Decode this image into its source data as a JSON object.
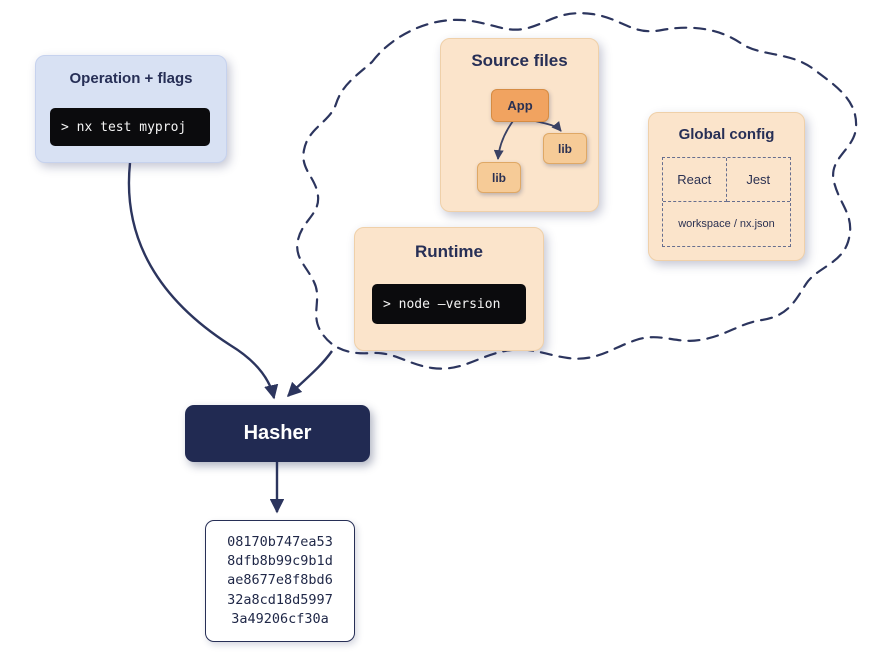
{
  "operation": {
    "title": "Operation + flags",
    "command": "> nx test myproj"
  },
  "source_files": {
    "title": "Source files",
    "app_label": "App",
    "lib_right_label": "lib",
    "lib_left_label": "lib"
  },
  "global_config": {
    "title": "Global config",
    "cell_react": "React",
    "cell_jest": "Jest",
    "cell_workspace": "workspace / nx.json"
  },
  "runtime": {
    "title": "Runtime",
    "command": "> node –version"
  },
  "hasher": {
    "label": "Hasher"
  },
  "hash_output": {
    "lines": [
      "08170b747ea53",
      "8dfb8b99c9b1d",
      "ae8677e8f8bd6",
      "32a8cd18d5997",
      "3a49206cf30a"
    ]
  },
  "colors": {
    "navy": "#272f56",
    "hasher_bg": "#212a52",
    "lavender_card": "#d8e1f3",
    "peach_card": "#fbe4cb",
    "app_node": "#f1a360",
    "lib_node": "#f6cb97",
    "terminal_bg": "#0b0b0d",
    "dashed_stroke": "#2c355e"
  }
}
